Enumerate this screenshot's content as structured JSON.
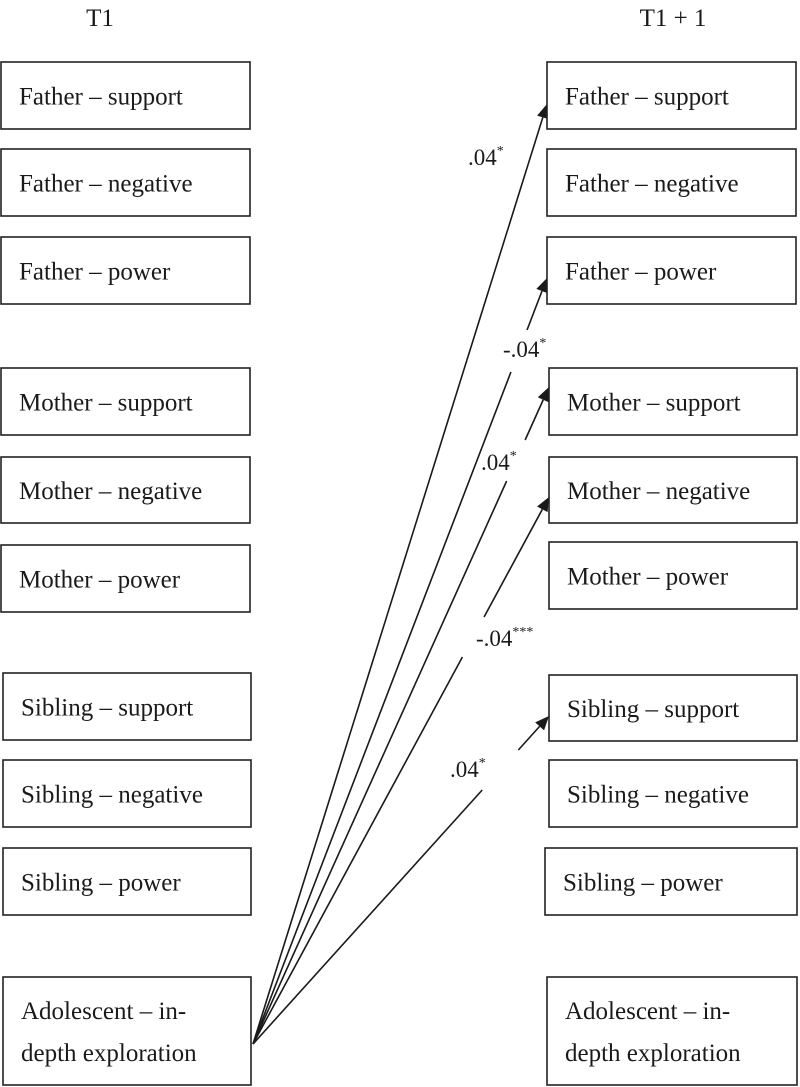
{
  "headers": {
    "left": "T1",
    "right": "T1 + 1"
  },
  "left_boxes": [
    {
      "id": "l-father-support",
      "lines": [
        "Father – support"
      ]
    },
    {
      "id": "l-father-negative",
      "lines": [
        "Father – negative"
      ]
    },
    {
      "id": "l-father-power",
      "lines": [
        "Father – power"
      ]
    },
    {
      "id": "l-mother-support",
      "lines": [
        "Mother – support"
      ]
    },
    {
      "id": "l-mother-negative",
      "lines": [
        "Mother – negative"
      ]
    },
    {
      "id": "l-mother-power",
      "lines": [
        "Mother – power"
      ]
    },
    {
      "id": "l-sibling-support",
      "lines": [
        "Sibling – support"
      ]
    },
    {
      "id": "l-sibling-negative",
      "lines": [
        "Sibling – negative"
      ]
    },
    {
      "id": "l-sibling-power",
      "lines": [
        "Sibling – power"
      ]
    },
    {
      "id": "l-adolescent",
      "lines": [
        "Adolescent – in-",
        "depth exploration"
      ]
    }
  ],
  "right_boxes": [
    {
      "id": "r-father-support",
      "lines": [
        "Father – support"
      ]
    },
    {
      "id": "r-father-negative",
      "lines": [
        "Father – negative"
      ]
    },
    {
      "id": "r-father-power",
      "lines": [
        "Father – power"
      ]
    },
    {
      "id": "r-mother-support",
      "lines": [
        "Mother – support"
      ]
    },
    {
      "id": "r-mother-negative",
      "lines": [
        "Mother – negative"
      ]
    },
    {
      "id": "r-mother-power",
      "lines": [
        "Mother – power"
      ]
    },
    {
      "id": "r-sibling-support",
      "lines": [
        "Sibling – support"
      ]
    },
    {
      "id": "r-sibling-negative",
      "lines": [
        "Sibling – negative"
      ]
    },
    {
      "id": "r-sibling-power",
      "lines": [
        "Sibling – power"
      ]
    },
    {
      "id": "r-adolescent",
      "lines": [
        "Adolescent – in-",
        "depth exploration"
      ]
    }
  ],
  "paths": [
    {
      "from": "l-adolescent",
      "to": "r-father-support",
      "coefficient": ".04",
      "significance": "*"
    },
    {
      "from": "l-adolescent",
      "to": "r-father-power",
      "coefficient": "-.04",
      "significance": "*"
    },
    {
      "from": "l-adolescent",
      "to": "r-mother-support",
      "coefficient": ".04",
      "significance": "*"
    },
    {
      "from": "l-adolescent",
      "to": "r-mother-negative",
      "coefficient": "-.04",
      "significance": "***"
    },
    {
      "from": "l-adolescent",
      "to": "r-sibling-support",
      "coefficient": ".04",
      "significance": "*"
    }
  ]
}
